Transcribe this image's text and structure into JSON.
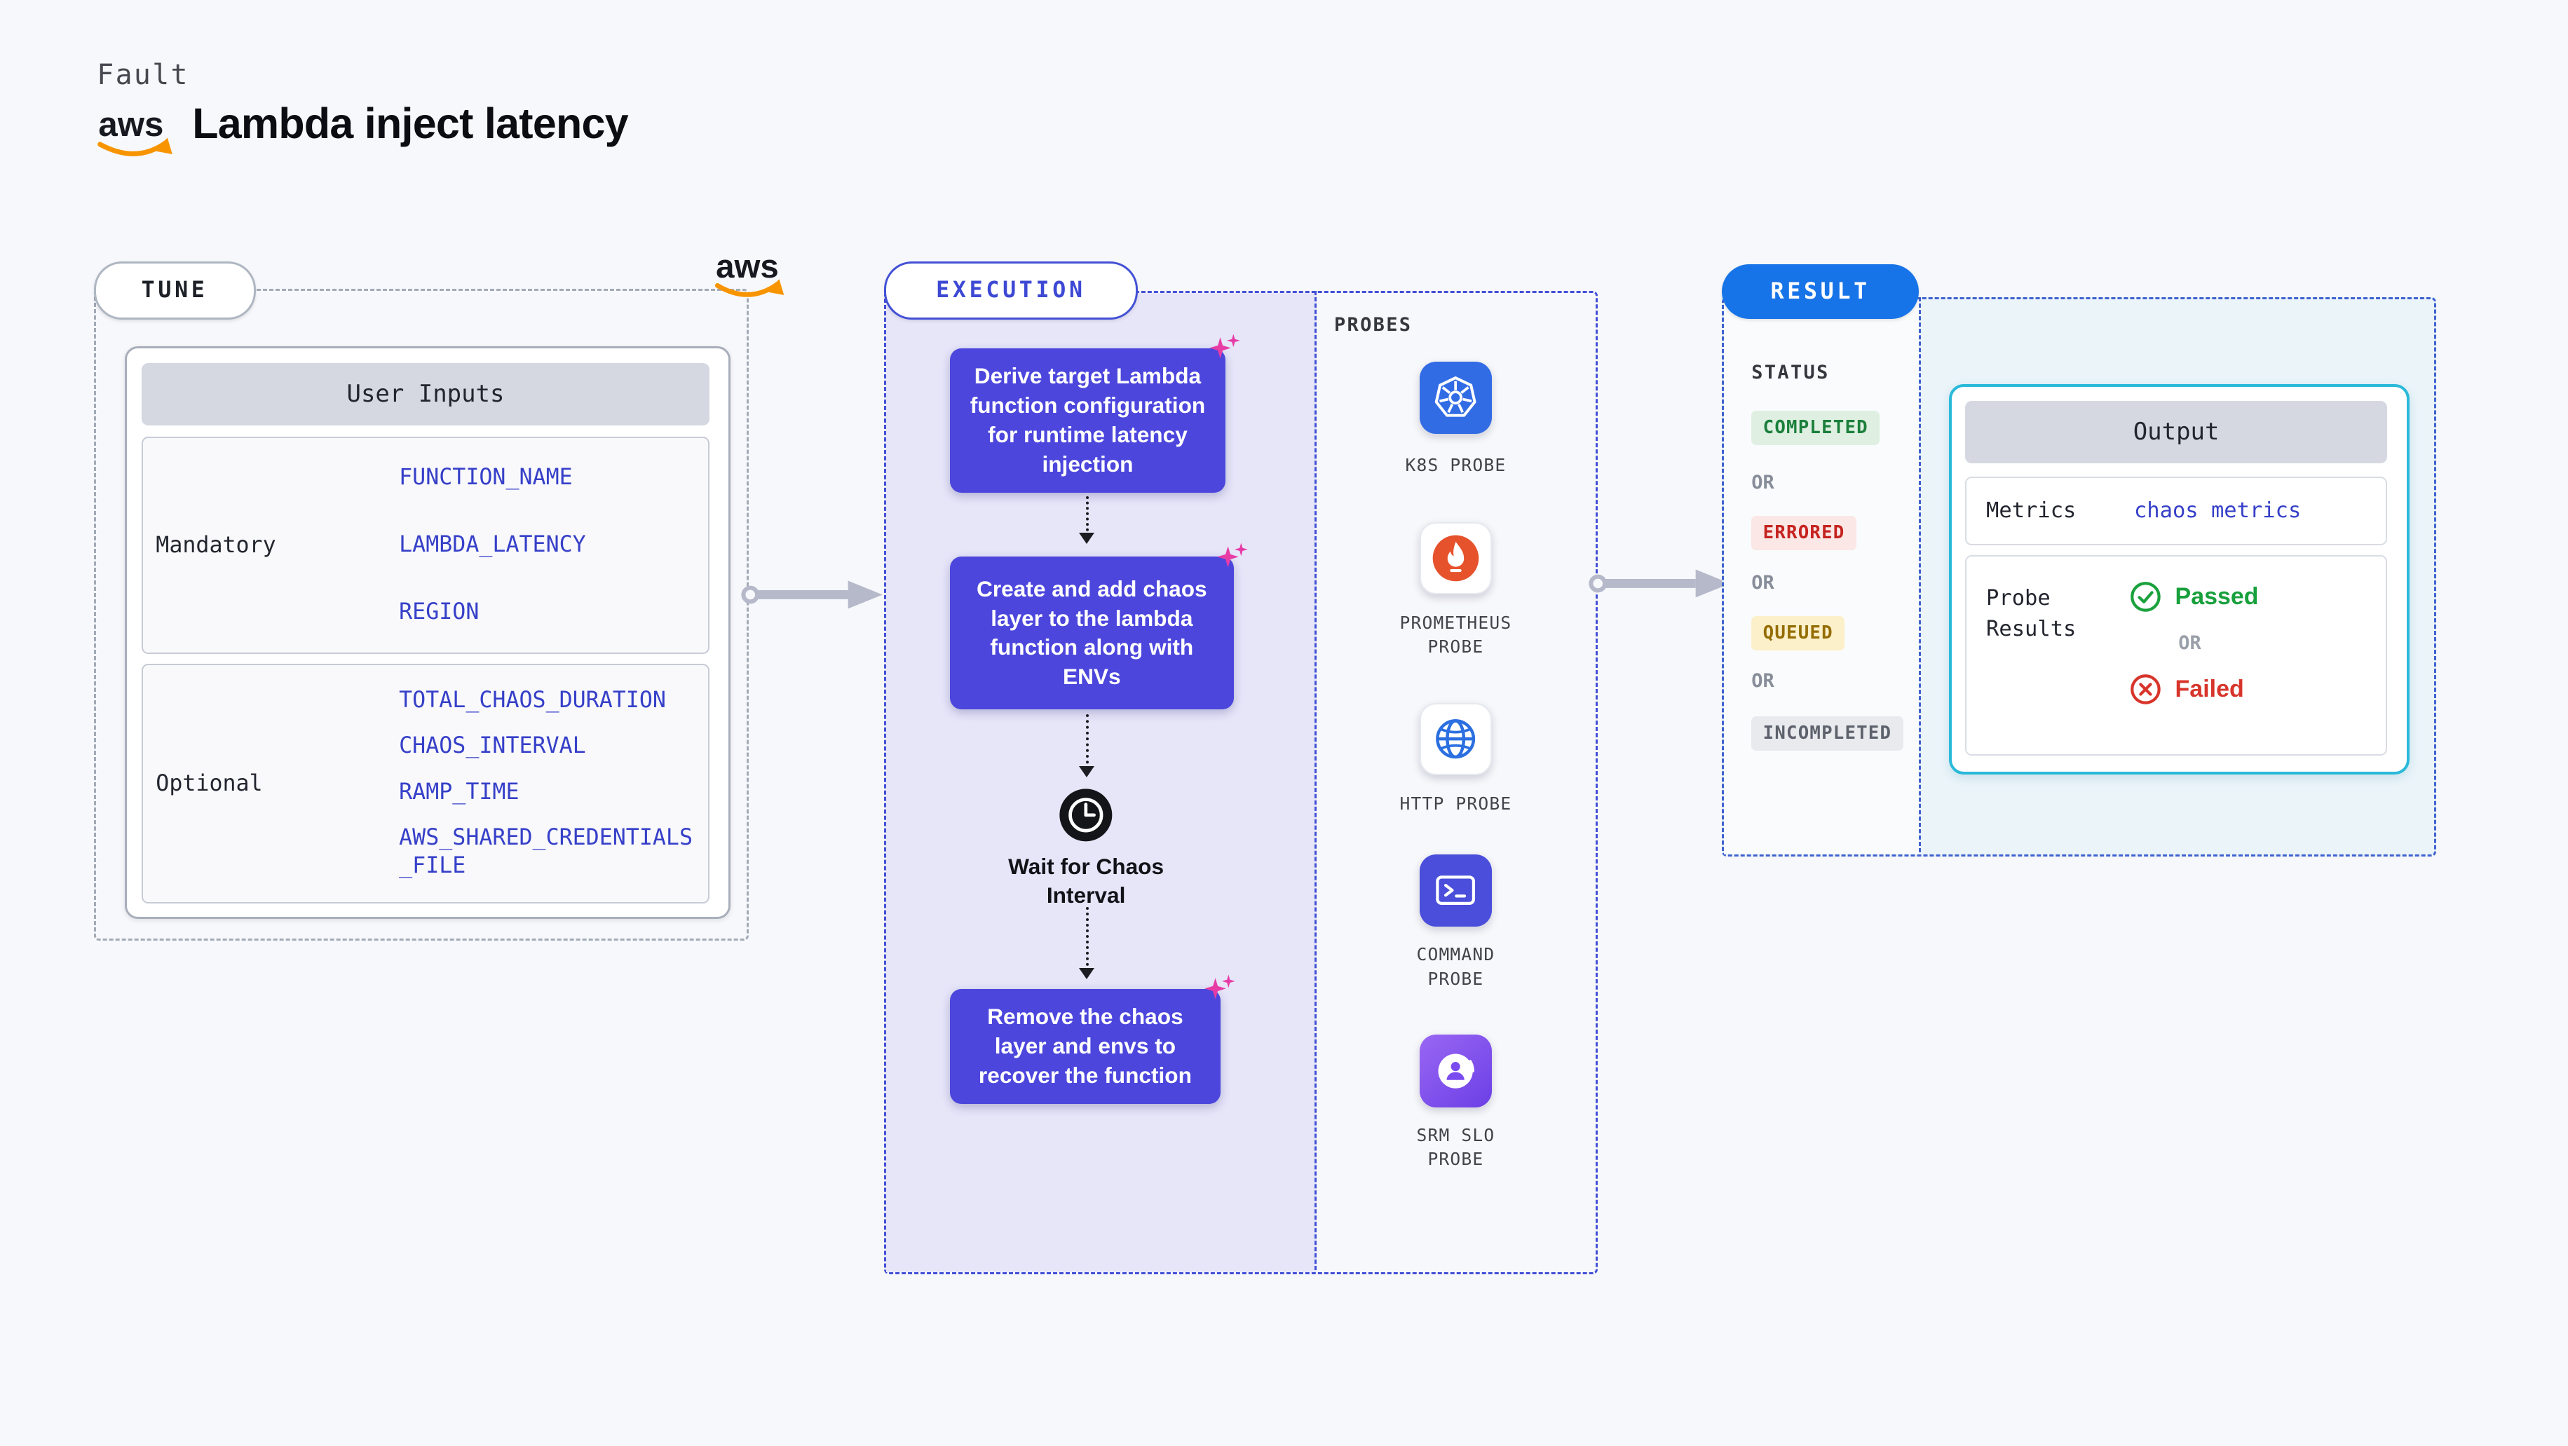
{
  "header": {
    "eyebrow": "Fault",
    "title": "Lambda inject latency"
  },
  "brand": {
    "aws_wordmark": "aws"
  },
  "tune": {
    "badge": "TUNE",
    "user_inputs": {
      "header": "User Inputs",
      "groups": [
        {
          "label": "Mandatory",
          "values": [
            "FUNCTION_NAME",
            "LAMBDA_LATENCY",
            "REGION"
          ]
        },
        {
          "label": "Optional",
          "values": [
            "TOTAL_CHAOS_DURATION",
            "CHAOS_INTERVAL",
            "RAMP_TIME",
            "AWS_SHARED_CREDENTIALS_FILE"
          ]
        }
      ]
    }
  },
  "execution": {
    "badge": "EXECUTION",
    "steps": [
      {
        "text": "Derive target Lambda function configuration for runtime latency injection"
      },
      {
        "text": "Create and add chaos layer to the lambda function along with ENVs"
      },
      {
        "text": "Wait for Chaos Interval",
        "icon": "clock-icon"
      },
      {
        "text": "Remove the chaos layer and envs to recover the function"
      }
    ],
    "probes": {
      "heading": "PROBES",
      "items": [
        {
          "label": "K8S PROBE",
          "icon": "kubernetes-icon"
        },
        {
          "label": "PROMETHEUS PROBE",
          "icon": "prometheus-icon"
        },
        {
          "label": "HTTP PROBE",
          "icon": "http-globe-icon"
        },
        {
          "label": "COMMAND PROBE",
          "icon": "terminal-icon"
        },
        {
          "label": "SRM SLO PROBE",
          "icon": "srm-slo-icon"
        }
      ]
    }
  },
  "result": {
    "badge": "RESULT",
    "status": {
      "heading": "STATUS",
      "sequence": [
        {
          "text": "COMPLETED",
          "variant": "completed"
        },
        {
          "text": "OR",
          "variant": "or"
        },
        {
          "text": "ERRORED",
          "variant": "errored"
        },
        {
          "text": "OR",
          "variant": "or"
        },
        {
          "text": "QUEUED",
          "variant": "queued"
        },
        {
          "text": "OR",
          "variant": "or"
        },
        {
          "text": "INCOMPLETED",
          "variant": "incompleted"
        }
      ]
    },
    "output": {
      "header": "Output",
      "metrics_label": "Metrics",
      "metrics_value": "chaos metrics",
      "probe_results_label": "Probe Results",
      "passed_label": "Passed",
      "or_label": "OR",
      "failed_label": "Failed"
    }
  },
  "colors": {
    "page_bg": "#f7f8fb",
    "exec_node_indigo": "#4c46dd",
    "exec_panel_purple": "#e7e6f9",
    "dashed_blue": "#4350d6",
    "result_pill_blue": "#1774e8",
    "output_border_cyan": "#2ab9d9",
    "env_value_blue": "#3640c8",
    "aws_orange": "#f79400",
    "sparkle_pink": "#e73ba5",
    "completed_green": "#1b7f3b",
    "errored_red": "#c5221f",
    "queued_yellow": "#946c00",
    "incompleted_gray": "#5c616b",
    "passed_green": "#18a03c",
    "failed_red": "#d7352b"
  }
}
